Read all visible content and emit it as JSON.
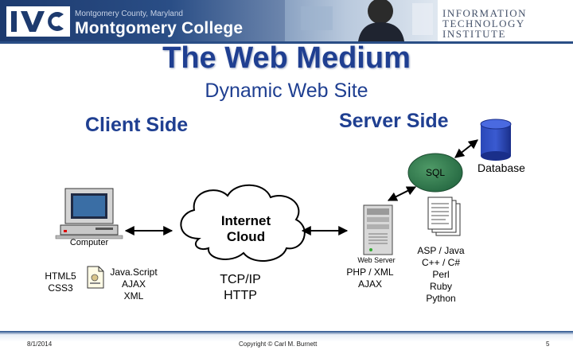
{
  "banner": {
    "county": "Montgomery County, Maryland",
    "college": "Montgomery College",
    "institute_lines": [
      "INFORMATION",
      "TECHNOLOGY",
      "INSTITUTE"
    ]
  },
  "slide": {
    "title": "The Web Medium",
    "subtitle": "Dynamic Web Site",
    "client_side": "Client Side",
    "server_side": "Server Side"
  },
  "diagram": {
    "computer_label": "Computer",
    "client_techs": [
      "HTML5",
      "CSS3"
    ],
    "client_scripts": [
      "Java.Script",
      "AJAX",
      "XML"
    ],
    "cloud_label": [
      "Internet",
      "Cloud"
    ],
    "protocols": [
      "TCP/IP",
      "HTTP"
    ],
    "web_server_label": "Web Server",
    "server_techs": [
      "PHP / XML",
      "AJAX"
    ],
    "languages": [
      "ASP / Java",
      "C++ / C#",
      "Perl",
      "Ruby",
      "Python"
    ],
    "sql_label": "SQL",
    "database_label": "Database"
  },
  "footer": {
    "date": "8/1/2014",
    "copyright": "Copyright © Carl M. Burnett",
    "page": "5"
  },
  "colors": {
    "title_blue": "#1f3f91",
    "banner_navy": "#1d3a6e",
    "database_blue": "#1e3a9e",
    "sql_green": "#2f7a4a"
  }
}
